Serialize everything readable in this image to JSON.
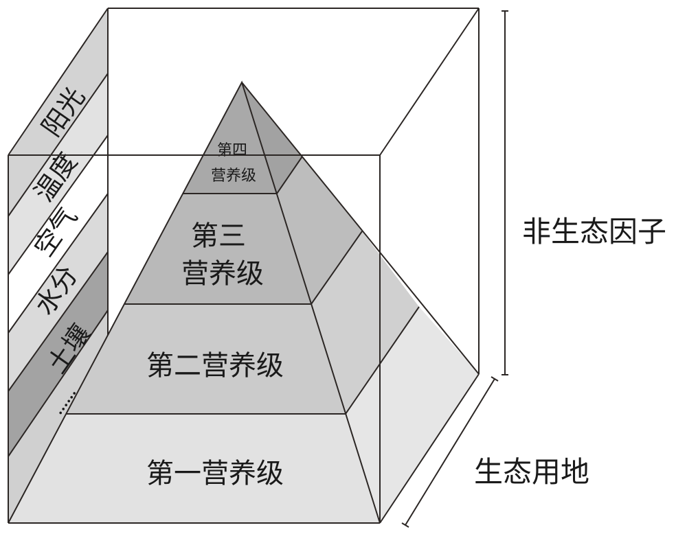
{
  "factors": [
    "阳光",
    "温度",
    "空气",
    "水分",
    "土壤",
    "......"
  ],
  "tiers": {
    "fourth": [
      "第四",
      "营养级"
    ],
    "third": [
      "第三",
      "营养级"
    ],
    "second": "第二营养级",
    "first": "第一营养级"
  },
  "labels": {
    "abiotic": "非生态因子",
    "land": "生态用地"
  },
  "colors": {
    "tier4": "#a9a9a9",
    "tier3": "#b9b9b9",
    "tier2": "#cbcbcb",
    "tier1": "#e2e2e2",
    "soil": "#a3a3a3"
  }
}
